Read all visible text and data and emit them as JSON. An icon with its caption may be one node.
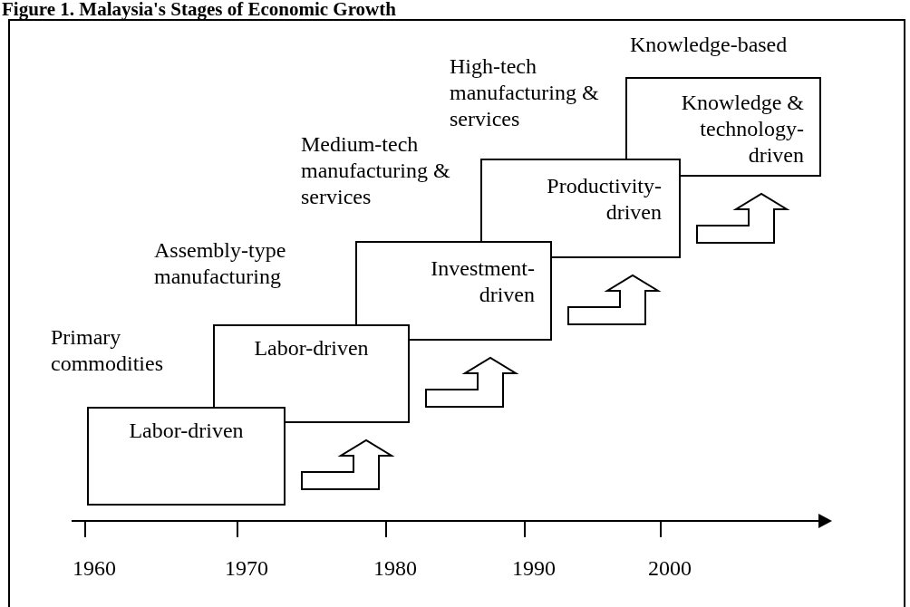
{
  "diagram": {
    "title": "Figure 1. Malaysia's Stages of Economic Growth",
    "nodes": [
      {
        "text": [
          "Primary commodities",
          "Labor-driven"
        ]
      },
      {
        "text": [
          "Assembly-type manufacturing",
          "Labor-driven"
        ]
      },
      {
        "text": [
          "Medium-tech manufacturing & services",
          "Investment-driven"
        ]
      },
      {
        "text": [
          "High-tech manufacturing & services",
          "Productivity-driven"
        ]
      },
      {
        "text": [
          "Knowledge-based",
          "Knowledge & technology-driven"
        ]
      }
    ],
    "edges": [
      {
        "from": 0,
        "to": 1,
        "arrow": "to"
      },
      {
        "from": 1,
        "to": 2,
        "arrow": "to"
      },
      {
        "from": 2,
        "to": 3,
        "arrow": "to"
      },
      {
        "from": 3,
        "to": 4,
        "arrow": "to"
      }
    ],
    "labels": [
      "1960",
      "1970",
      "1980",
      "1990",
      "2000"
    ]
  }
}
